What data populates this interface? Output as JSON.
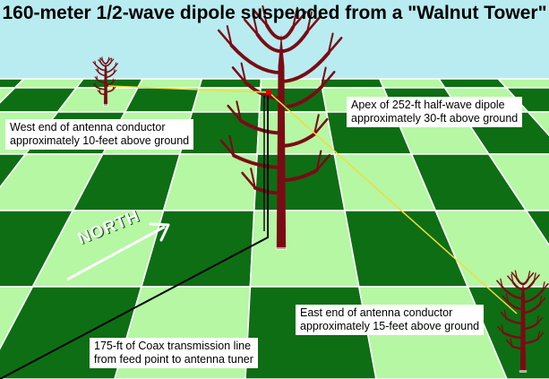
{
  "title": "160-meter 1/2-wave dipole suspended from a \"Walnut Tower\"",
  "direction_label": "NORTH",
  "callouts": {
    "west_end": [
      "West end of antenna conductor",
      "approximately 10-feet above ground"
    ],
    "apex": [
      "Apex of 252-ft half-wave dipole",
      "approximately 30-ft above ground"
    ],
    "east_end": [
      "East end of antenna conductor",
      "approximately 15-feet above ground"
    ],
    "coax": [
      "175-ft of Coax transmission line",
      "from feed point to antenna tuner"
    ]
  },
  "colors": {
    "sky": "#b8ecf0",
    "grass_light": "#b5f7a3",
    "grass_dark": "#0e6e14",
    "tree": "#7a0b14",
    "antenna_wire": "#f2dc3c",
    "coax": "#000000",
    "feed_point": "#e00000"
  },
  "icons": [
    "tree-icon",
    "arrow-icon"
  ]
}
